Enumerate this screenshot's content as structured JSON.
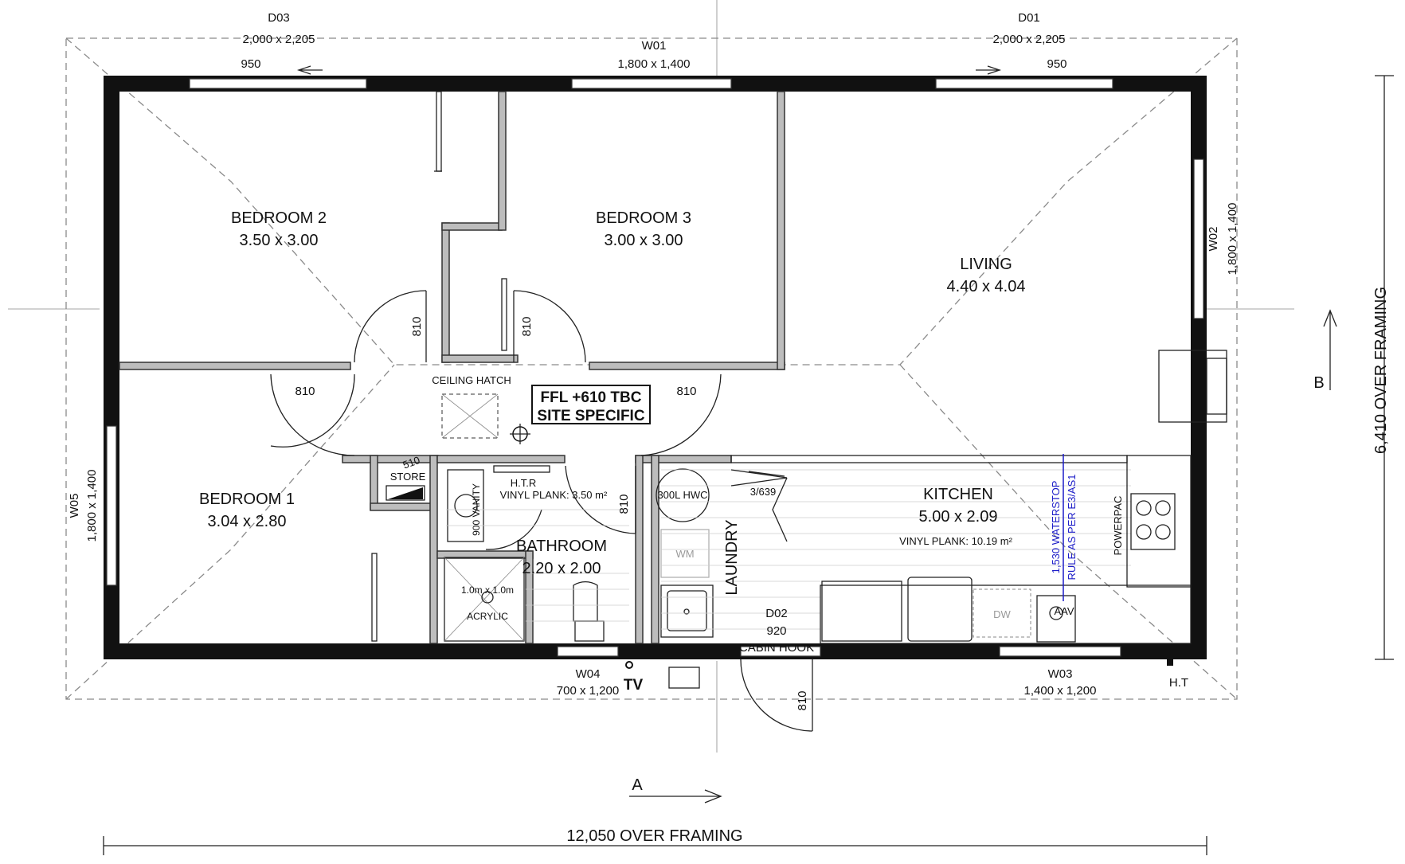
{
  "rooms": {
    "bedroom2": {
      "name": "BEDROOM 2",
      "size": "3.50 x 3.00"
    },
    "bedroom3": {
      "name": "BEDROOM 3",
      "size": "3.00 x 3.00"
    },
    "living": {
      "name": "LIVING",
      "size": "4.40 x 4.04"
    },
    "bedroom1": {
      "name": "BEDROOM 1",
      "size": "3.04 x 2.80"
    },
    "bathroom": {
      "name": "BATHROOM",
      "size": "2.20 x 2.00",
      "floor": "VINYL PLANK: 3.50 m²"
    },
    "kitchen": {
      "name": "KITCHEN",
      "size": "5.00 x 2.09",
      "floor": "VINYL PLANK: 10.19 m²"
    },
    "laundry": {
      "name": "LAUNDRY"
    },
    "store": {
      "name": "STORE",
      "width": "510"
    }
  },
  "openings": {
    "d03": {
      "id": "D03",
      "size": "2,000 x 2,205",
      "leaf": "950"
    },
    "d01": {
      "id": "D01",
      "size": "2,000 x 2,205",
      "leaf": "950"
    },
    "w01": {
      "id": "W01",
      "size": "1,800 x 1,400"
    },
    "w02": {
      "id": "W02",
      "size": "1,800 x 1,400"
    },
    "w05": {
      "id": "W05",
      "size": "1,800 x 1,400"
    },
    "w04": {
      "id": "W04",
      "size": "700 x 1,200"
    },
    "w03": {
      "id": "W03",
      "size": "1,400 x 1,200"
    },
    "d02": {
      "id": "D02",
      "size": "920",
      "note": "CABIN HOOK"
    },
    "door_leaf": "810",
    "cavity": "3/639"
  },
  "fixtures": {
    "ceiling_hatch": "CEILING HATCH",
    "ffl_line1": "FFL +610 TBC",
    "ffl_line2": "SITE SPECIFIC",
    "htr": "H.T.R",
    "vanity": "900 VANITY",
    "shower_size": "1.0m x 1.0m",
    "shower_type": "ACRYLIC",
    "hwc": "300L HWC",
    "wm": "WM",
    "dw": "DW",
    "aav": "AAV",
    "powerpac": "POWERPAC",
    "tv": "TV",
    "ht": "H.T",
    "waterstop_line1": "1,530 WATERSTOP",
    "waterstop_line2": "RULE AS PER E3/AS1"
  },
  "dimensions": {
    "overall_width": "12,050 OVER FRAMING",
    "overall_height": "6,410 OVER FRAMING",
    "section_a": "A",
    "section_b": "B"
  }
}
